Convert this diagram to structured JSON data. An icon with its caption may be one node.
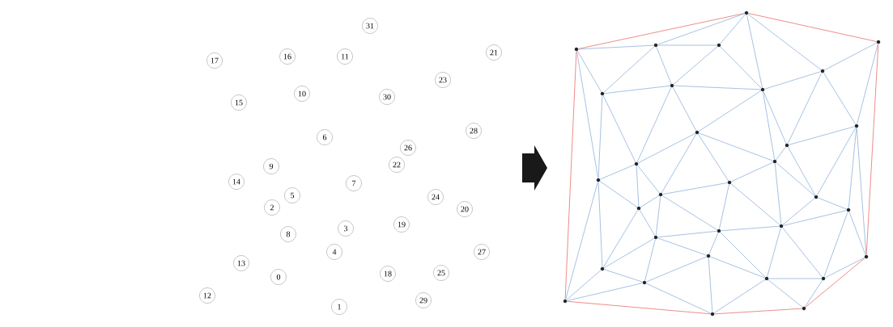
{
  "diagram": {
    "nodes": [
      {
        "text": [
          "31"
        ]
      },
      {
        "text": [
          "21"
        ]
      },
      {
        "text": [
          "16"
        ]
      },
      {
        "text": [
          "11"
        ]
      },
      {
        "text": [
          "17"
        ]
      },
      {
        "text": [
          "23"
        ]
      },
      {
        "text": [
          "10"
        ]
      },
      {
        "text": [
          "30"
        ]
      },
      {
        "text": [
          "15"
        ]
      },
      {
        "text": [
          "28"
        ]
      },
      {
        "text": [
          "6"
        ]
      },
      {
        "text": [
          "26"
        ]
      },
      {
        "text": [
          "22"
        ]
      },
      {
        "text": [
          "9"
        ]
      },
      {
        "text": [
          "14"
        ]
      },
      {
        "text": [
          "7"
        ]
      },
      {
        "text": [
          "5"
        ]
      },
      {
        "text": [
          "24"
        ]
      },
      {
        "text": [
          "2"
        ]
      },
      {
        "text": [
          "20"
        ]
      },
      {
        "text": [
          "19"
        ]
      },
      {
        "text": [
          "3"
        ]
      },
      {
        "text": [
          "8"
        ]
      },
      {
        "text": [
          "4"
        ]
      },
      {
        "text": [
          "27"
        ]
      },
      {
        "text": [
          "13"
        ]
      },
      {
        "text": [
          "25"
        ]
      },
      {
        "text": [
          "18"
        ]
      },
      {
        "text": [
          "0"
        ]
      },
      {
        "text": [
          "12"
        ]
      },
      {
        "text": [
          "29"
        ]
      },
      {
        "text": [
          "1"
        ]
      },
      {
        "text": [],
        "shape": "circle"
      },
      {
        "text": [],
        "shape": "circle"
      },
      {
        "text": [],
        "shape": "circle"
      },
      {
        "text": [],
        "shape": "circle"
      },
      {
        "text": [],
        "shape": "circle"
      },
      {
        "text": [],
        "shape": "circle"
      },
      {
        "text": [],
        "shape": "circle"
      },
      {
        "text": [],
        "shape": "circle"
      },
      {
        "text": [],
        "shape": "circle"
      },
      {
        "text": [],
        "shape": "circle"
      },
      {
        "text": [],
        "shape": "circle"
      },
      {
        "text": [],
        "shape": "circle"
      },
      {
        "text": [],
        "shape": "circle"
      },
      {
        "text": [],
        "shape": "circle"
      },
      {
        "text": [],
        "shape": "circle"
      },
      {
        "text": [],
        "shape": "circle"
      },
      {
        "text": [],
        "shape": "circle"
      },
      {
        "text": [],
        "shape": "circle"
      },
      {
        "text": [],
        "shape": "circle"
      },
      {
        "text": [],
        "shape": "circle"
      },
      {
        "text": [],
        "shape": "circle"
      },
      {
        "text": [],
        "shape": "circle"
      },
      {
        "text": [],
        "shape": "circle"
      },
      {
        "text": [],
        "shape": "circle"
      },
      {
        "text": [],
        "shape": "circle"
      },
      {
        "text": [],
        "shape": "circle"
      },
      {
        "text": [],
        "shape": "circle"
      },
      {
        "text": [],
        "shape": "circle"
      },
      {
        "text": [],
        "shape": "circle"
      },
      {
        "text": [],
        "shape": "circle"
      },
      {
        "text": [],
        "shape": "circle"
      },
      {
        "text": [],
        "shape": "circle"
      }
    ],
    "edges": [
      {
        "from": 33,
        "to": 32,
        "arrow": "none",
        "color": "#e8706a"
      },
      {
        "from": 32,
        "to": 36,
        "arrow": "none",
        "color": "#e8706a"
      },
      {
        "from": 36,
        "to": 55,
        "arrow": "none",
        "color": "#e8706a"
      },
      {
        "from": 55,
        "to": 62,
        "arrow": "none",
        "color": "#e8706a"
      },
      {
        "from": 62,
        "to": 63,
        "arrow": "none",
        "color": "#e8706a"
      },
      {
        "from": 63,
        "to": 61,
        "arrow": "none",
        "color": "#e8706a"
      },
      {
        "from": 61,
        "to": 33,
        "arrow": "none",
        "color": "#e8706a"
      },
      {
        "from": 32,
        "to": 34,
        "arrow": "none"
      },
      {
        "from": 33,
        "to": 34,
        "arrow": "none"
      },
      {
        "from": 34,
        "to": 35,
        "arrow": "none"
      },
      {
        "from": 32,
        "to": 35,
        "arrow": "none"
      },
      {
        "from": 32,
        "to": 39,
        "arrow": "none"
      },
      {
        "from": 32,
        "to": 40,
        "arrow": "none"
      },
      {
        "from": 36,
        "to": 40,
        "arrow": "none"
      },
      {
        "from": 36,
        "to": 43,
        "arrow": "none"
      },
      {
        "from": 43,
        "to": 50,
        "arrow": "none"
      },
      {
        "from": 43,
        "to": 55,
        "arrow": "none"
      },
      {
        "from": 33,
        "to": 37,
        "arrow": "none"
      },
      {
        "from": 33,
        "to": 46,
        "arrow": "none"
      },
      {
        "from": 34,
        "to": 37,
        "arrow": "none"
      },
      {
        "from": 34,
        "to": 38,
        "arrow": "none"
      },
      {
        "from": 35,
        "to": 38,
        "arrow": "none"
      },
      {
        "from": 35,
        "to": 39,
        "arrow": "none"
      },
      {
        "from": 37,
        "to": 38,
        "arrow": "none"
      },
      {
        "from": 38,
        "to": 39,
        "arrow": "none"
      },
      {
        "from": 37,
        "to": 46,
        "arrow": "none"
      },
      {
        "from": 37,
        "to": 45,
        "arrow": "none"
      },
      {
        "from": 38,
        "to": 45,
        "arrow": "none"
      },
      {
        "from": 38,
        "to": 41,
        "arrow": "none"
      },
      {
        "from": 39,
        "to": 41,
        "arrow": "none"
      },
      {
        "from": 39,
        "to": 40,
        "arrow": "none"
      },
      {
        "from": 39,
        "to": 44,
        "arrow": "none"
      },
      {
        "from": 39,
        "to": 42,
        "arrow": "none"
      },
      {
        "from": 40,
        "to": 42,
        "arrow": "none"
      },
      {
        "from": 40,
        "to": 43,
        "arrow": "none"
      },
      {
        "from": 42,
        "to": 43,
        "arrow": "none"
      },
      {
        "from": 42,
        "to": 44,
        "arrow": "none"
      },
      {
        "from": 41,
        "to": 44,
        "arrow": "none"
      },
      {
        "from": 41,
        "to": 48,
        "arrow": "none"
      },
      {
        "from": 41,
        "to": 47,
        "arrow": "none"
      },
      {
        "from": 41,
        "to": 45,
        "arrow": "none"
      },
      {
        "from": 42,
        "to": 49,
        "arrow": "none"
      },
      {
        "from": 43,
        "to": 49,
        "arrow": "none"
      },
      {
        "from": 44,
        "to": 49,
        "arrow": "none"
      },
      {
        "from": 44,
        "to": 52,
        "arrow": "none"
      },
      {
        "from": 44,
        "to": 47,
        "arrow": "none"
      },
      {
        "from": 45,
        "to": 46,
        "arrow": "none"
      },
      {
        "from": 45,
        "to": 51,
        "arrow": "none"
      },
      {
        "from": 45,
        "to": 48,
        "arrow": "none"
      },
      {
        "from": 46,
        "to": 51,
        "arrow": "none"
      },
      {
        "from": 46,
        "to": 57,
        "arrow": "none"
      },
      {
        "from": 46,
        "to": 61,
        "arrow": "none"
      },
      {
        "from": 48,
        "to": 47,
        "arrow": "none"
      },
      {
        "from": 48,
        "to": 51,
        "arrow": "none"
      },
      {
        "from": 48,
        "to": 54,
        "arrow": "none"
      },
      {
        "from": 48,
        "to": 53,
        "arrow": "none"
      },
      {
        "from": 47,
        "to": 53,
        "arrow": "none"
      },
      {
        "from": 47,
        "to": 52,
        "arrow": "none"
      },
      {
        "from": 51,
        "to": 54,
        "arrow": "none"
      },
      {
        "from": 51,
        "to": 57,
        "arrow": "none"
      },
      {
        "from": 54,
        "to": 53,
        "arrow": "none"
      },
      {
        "from": 54,
        "to": 56,
        "arrow": "none"
      },
      {
        "from": 54,
        "to": 57,
        "arrow": "none"
      },
      {
        "from": 54,
        "to": 60,
        "arrow": "none"
      },
      {
        "from": 53,
        "to": 52,
        "arrow": "none"
      },
      {
        "from": 53,
        "to": 56,
        "arrow": "none"
      },
      {
        "from": 53,
        "to": 58,
        "arrow": "none"
      },
      {
        "from": 52,
        "to": 49,
        "arrow": "none"
      },
      {
        "from": 52,
        "to": 50,
        "arrow": "none"
      },
      {
        "from": 52,
        "to": 58,
        "arrow": "none"
      },
      {
        "from": 52,
        "to": 59,
        "arrow": "none"
      },
      {
        "from": 49,
        "to": 50,
        "arrow": "none"
      },
      {
        "from": 50,
        "to": 59,
        "arrow": "none"
      },
      {
        "from": 50,
        "to": 55,
        "arrow": "none"
      },
      {
        "from": 55,
        "to": 59,
        "arrow": "none"
      },
      {
        "from": 56,
        "to": 60,
        "arrow": "none"
      },
      {
        "from": 56,
        "to": 58,
        "arrow": "none"
      },
      {
        "from": 56,
        "to": 63,
        "arrow": "none"
      },
      {
        "from": 57,
        "to": 60,
        "arrow": "none"
      },
      {
        "from": 57,
        "to": 61,
        "arrow": "none"
      },
      {
        "from": 60,
        "to": 61,
        "arrow": "none"
      },
      {
        "from": 60,
        "to": 63,
        "arrow": "none"
      },
      {
        "from": 58,
        "to": 59,
        "arrow": "none"
      },
      {
        "from": 58,
        "to": 62,
        "arrow": "none"
      },
      {
        "from": 58,
        "to": 63,
        "arrow": "none"
      },
      {
        "from": 59,
        "to": 62,
        "arrow": "none"
      }
    ]
  }
}
